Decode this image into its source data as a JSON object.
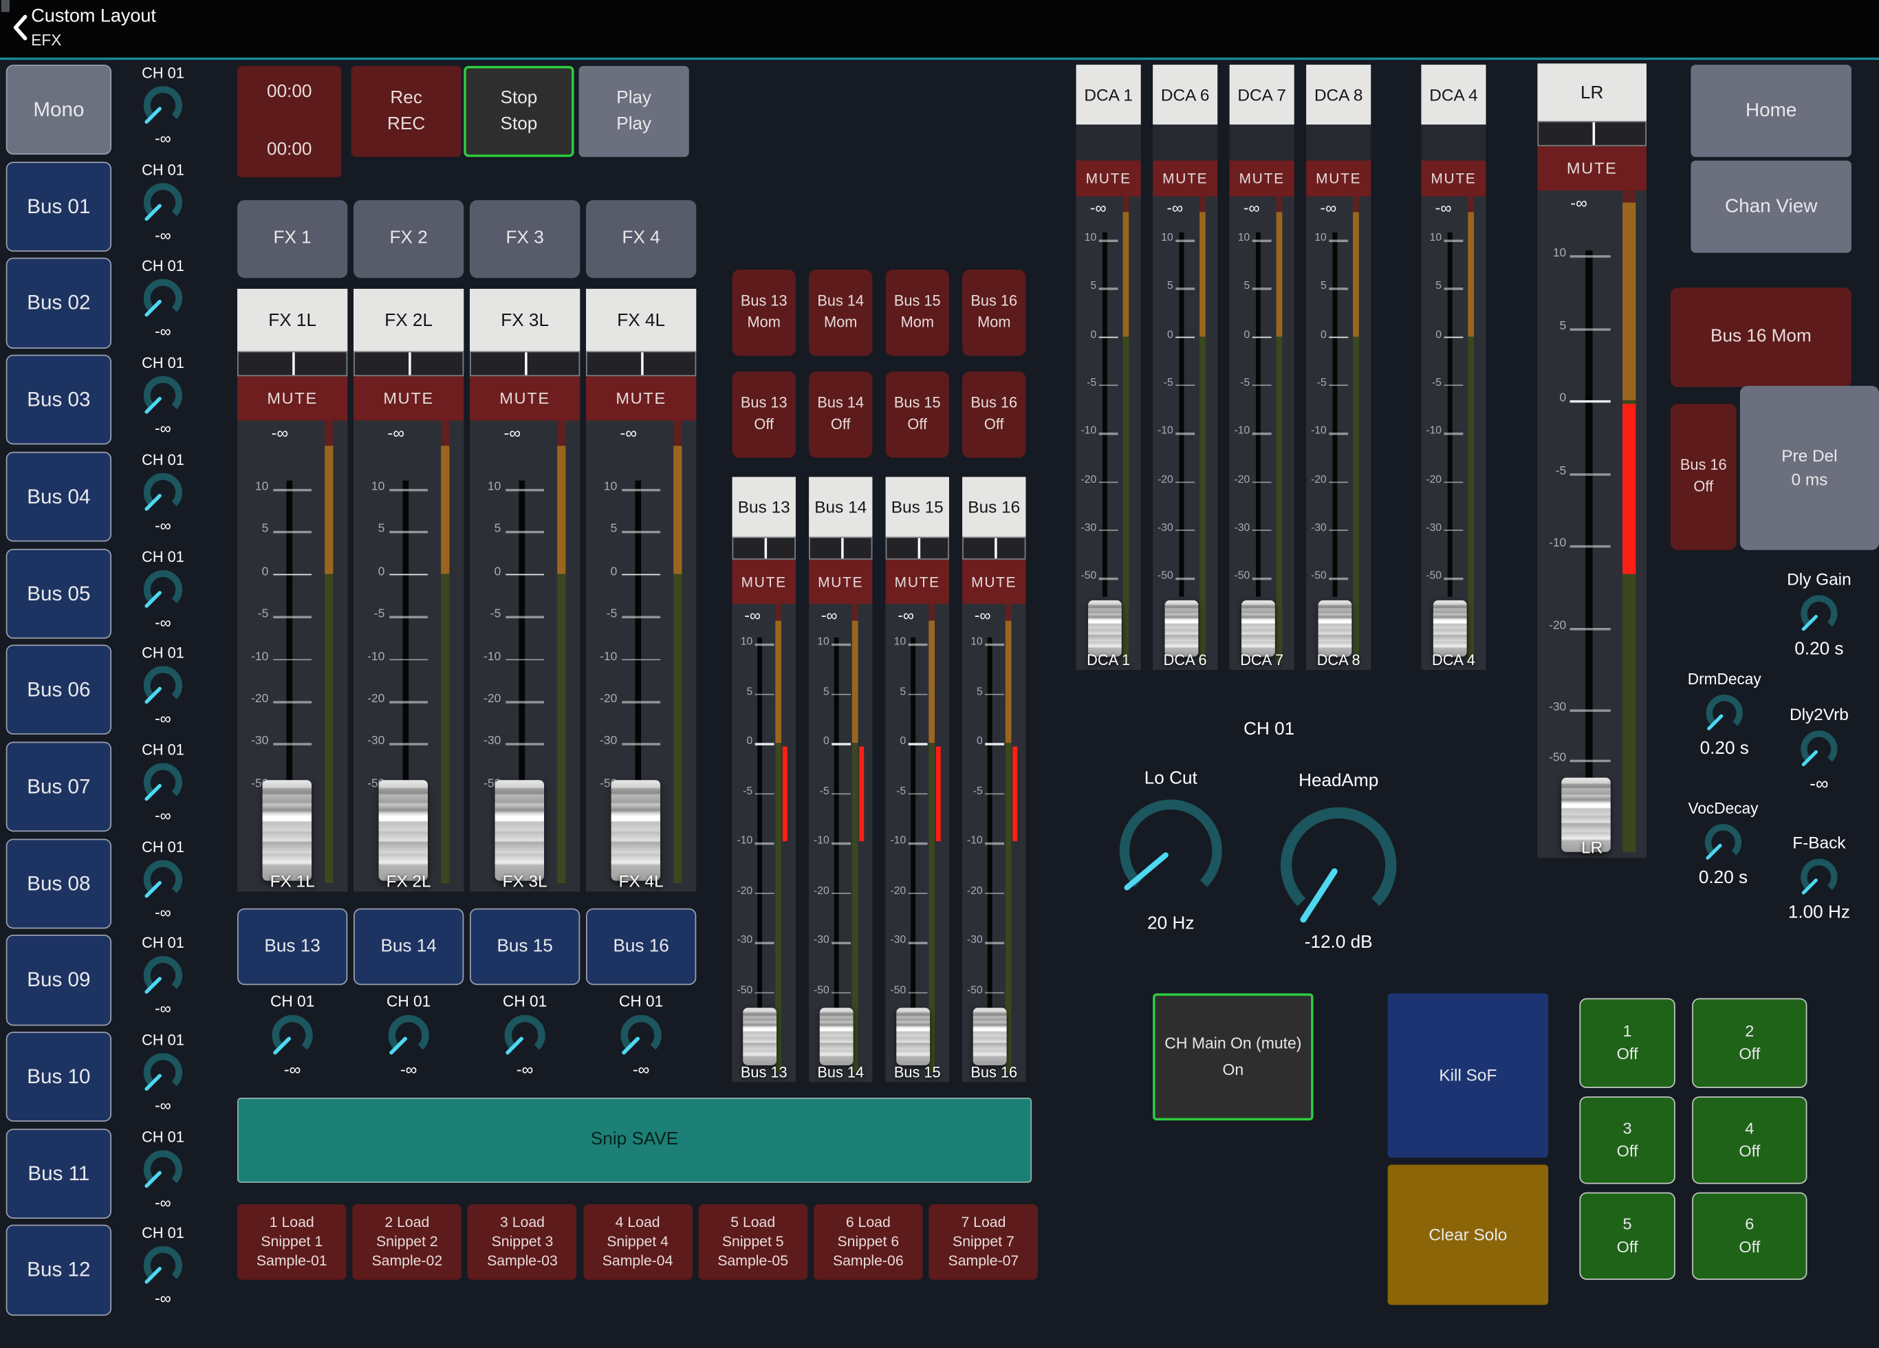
{
  "header": {
    "back_icon": "chevron-left",
    "title": "Custom Layout",
    "subtitle": "EFX"
  },
  "sidebar": {
    "items": [
      {
        "label": "Mono",
        "style": "gray"
      },
      {
        "label": "Bus 01",
        "style": "navy"
      },
      {
        "label": "Bus 02",
        "style": "navy"
      },
      {
        "label": "Bus 03",
        "style": "navy"
      },
      {
        "label": "Bus 04",
        "style": "navy"
      },
      {
        "label": "Bus 05",
        "style": "navy"
      },
      {
        "label": "Bus 06",
        "style": "navy"
      },
      {
        "label": "Bus 07",
        "style": "navy"
      },
      {
        "label": "Bus 08",
        "style": "navy"
      },
      {
        "label": "Bus 09",
        "style": "navy"
      },
      {
        "label": "Bus 10",
        "style": "navy"
      },
      {
        "label": "Bus 11",
        "style": "navy"
      },
      {
        "label": "Bus 12",
        "style": "navy"
      }
    ]
  },
  "aux_send_knobs": [
    {
      "label": "CH 01",
      "value": "-∞"
    },
    {
      "label": "CH 01",
      "value": "-∞"
    },
    {
      "label": "CH 01",
      "value": "-∞"
    },
    {
      "label": "CH 01",
      "value": "-∞"
    },
    {
      "label": "CH 01",
      "value": "-∞"
    },
    {
      "label": "CH 01",
      "value": "-∞"
    },
    {
      "label": "CH 01",
      "value": "-∞"
    },
    {
      "label": "CH 01",
      "value": "-∞"
    },
    {
      "label": "CH 01",
      "value": "-∞"
    },
    {
      "label": "CH 01",
      "value": "-∞"
    },
    {
      "label": "CH 01",
      "value": "-∞"
    },
    {
      "label": "CH 01",
      "value": "-∞"
    },
    {
      "label": "CH 01",
      "value": "-∞"
    }
  ],
  "transport": {
    "timer": {
      "top": "00:00",
      "bottom": "00:00"
    },
    "record": {
      "line1": "Rec",
      "line2": "REC"
    },
    "stop": {
      "line1": "Stop",
      "line2": "Stop",
      "selected": true
    },
    "play": {
      "line1": "Play",
      "line2": "Play"
    }
  },
  "fader_ticks": [
    "10",
    "5",
    "0",
    "-5",
    "-10",
    "-20",
    "-30",
    "-50"
  ],
  "fx_section": {
    "strips": [
      {
        "select": "FX 1",
        "name": "FX 1L",
        "mute": "MUTE",
        "value": "-∞",
        "bottom_label": "FX 1L",
        "bus_button": "Bus 13",
        "knob": {
          "label": "CH 01",
          "value": "-∞"
        }
      },
      {
        "select": "FX 2",
        "name": "FX 2L",
        "mute": "MUTE",
        "value": "-∞",
        "bottom_label": "FX 2L",
        "bus_button": "Bus 14",
        "knob": {
          "label": "CH 01",
          "value": "-∞"
        }
      },
      {
        "select": "FX 3",
        "name": "FX 3L",
        "mute": "MUTE",
        "value": "-∞",
        "bottom_label": "FX 3L",
        "bus_button": "Bus 15",
        "knob": {
          "label": "CH 01",
          "value": "-∞"
        }
      },
      {
        "select": "FX 4",
        "name": "FX 4L",
        "mute": "MUTE",
        "value": "-∞",
        "bottom_label": "FX 4L",
        "bus_button": "Bus 16",
        "knob": {
          "label": "CH 01",
          "value": "-∞"
        }
      }
    ]
  },
  "bus_section": {
    "strips": [
      {
        "mom_line1": "Bus 13",
        "mom_line2": "Mom",
        "off_line1": "Bus 13",
        "off_line2": "Off",
        "name": "Bus 13",
        "mute": "MUTE",
        "value": "-∞",
        "bottom_label": "Bus 13"
      },
      {
        "mom_line1": "Bus 14",
        "mom_line2": "Mom",
        "off_line1": "Bus 14",
        "off_line2": "Off",
        "name": "Bus 14",
        "mute": "MUTE",
        "value": "-∞",
        "bottom_label": "Bus 14"
      },
      {
        "mom_line1": "Bus 15",
        "mom_line2": "Mom",
        "off_line1": "Bus 15",
        "off_line2": "Off",
        "name": "Bus 15",
        "mute": "MUTE",
        "value": "-∞",
        "bottom_label": "Bus 15"
      },
      {
        "mom_line1": "Bus 16",
        "mom_line2": "Mom",
        "off_line1": "Bus 16",
        "off_line2": "Off",
        "name": "Bus 16",
        "mute": "MUTE",
        "value": "-∞",
        "bottom_label": "Bus 16"
      }
    ]
  },
  "dca_section": {
    "strips": [
      {
        "name": "DCA 1",
        "mute": "MUTE",
        "value": "-∞",
        "bottom_label": "DCA 1"
      },
      {
        "name": "DCA 6",
        "mute": "MUTE",
        "value": "-∞",
        "bottom_label": "DCA 6"
      },
      {
        "name": "DCA 7",
        "mute": "MUTE",
        "value": "-∞",
        "bottom_label": "DCA 7"
      },
      {
        "name": "DCA 8",
        "mute": "MUTE",
        "value": "-∞",
        "bottom_label": "DCA 8"
      },
      {
        "name": "DCA 4",
        "mute": "MUTE",
        "value": "-∞",
        "bottom_label": "DCA 4"
      }
    ]
  },
  "lr_strip": {
    "name": "LR",
    "mute": "MUTE",
    "value": "-∞",
    "bottom_label": "LR"
  },
  "right_panel": {
    "home": "Home",
    "chan_view": "Chan View",
    "bus16_mom": "Bus 16 Mom",
    "bus16_off": {
      "line1": "Bus 16",
      "line2": "Off"
    },
    "pre_del": {
      "line1": "Pre Del",
      "line2": "0 ms"
    },
    "knobs": [
      {
        "id": "dly_gain",
        "label": "Dly Gain",
        "value": "0.20 s"
      },
      {
        "id": "drm_decay",
        "label": "DrmDecay",
        "value": "0.20 s"
      },
      {
        "id": "dly2vrb",
        "label": "Dly2Vrb",
        "value": "-∞"
      },
      {
        "id": "voc_decay",
        "label": "VocDecay",
        "value": "0.20 s"
      },
      {
        "id": "f_back",
        "label": "F-Back",
        "value": "1.00 Hz"
      }
    ]
  },
  "channel_panel": {
    "title": "CH 01",
    "lo_cut": {
      "label": "Lo Cut",
      "value": "20 Hz"
    },
    "head_amp": {
      "label": "HeadAmp",
      "value": "-12.0 dB"
    },
    "main_button": {
      "line1": "CH Main On (mute)",
      "line2": "On"
    }
  },
  "action_panel": {
    "kill_sof": "Kill SoF",
    "clear_solo": "Clear Solo",
    "mute_groups": [
      {
        "num": "1",
        "state": "Off"
      },
      {
        "num": "2",
        "state": "Off"
      },
      {
        "num": "3",
        "state": "Off"
      },
      {
        "num": "4",
        "state": "Off"
      },
      {
        "num": "5",
        "state": "Off"
      },
      {
        "num": "6",
        "state": "Off"
      }
    ]
  },
  "snippet_panel": {
    "save": "Snip SAVE",
    "loads": [
      {
        "line1": "1 Load",
        "line2": "Snippet 1",
        "line3": "Sample-01"
      },
      {
        "line1": "2 Load",
        "line2": "Snippet 2",
        "line3": "Sample-02"
      },
      {
        "line1": "3 Load",
        "line2": "Snippet 3",
        "line3": "Sample-03"
      },
      {
        "line1": "4 Load",
        "line2": "Snippet 4",
        "line3": "Sample-04"
      },
      {
        "line1": "5 Load",
        "line2": "Snippet 5",
        "line3": "Sample-05"
      },
      {
        "line1": "6 Load",
        "line2": "Snippet 6",
        "line3": "Sample-06"
      },
      {
        "line1": "7 Load",
        "line2": "Snippet 7",
        "line3": "Sample-07"
      }
    ]
  },
  "colors": {
    "accent_teal": "#1b8795",
    "navy_button": "#1d3362",
    "maroon_button": "#5d1b1b",
    "mute_red": "#6e1e1e",
    "selected_green_border": "#2ecc40",
    "meter_lit_red": "#ff2015",
    "meter_amber": "#9a661f",
    "meter_green": "#3a471f",
    "knob_ring": "#1c565e",
    "knob_pointer": "#4ed8f2",
    "save_teal": "#1c8077",
    "kill_blue": "#1c3572",
    "solo_gold": "#8c6508",
    "group_green": "#1e6318",
    "strip_bg": "#2c2f36"
  }
}
